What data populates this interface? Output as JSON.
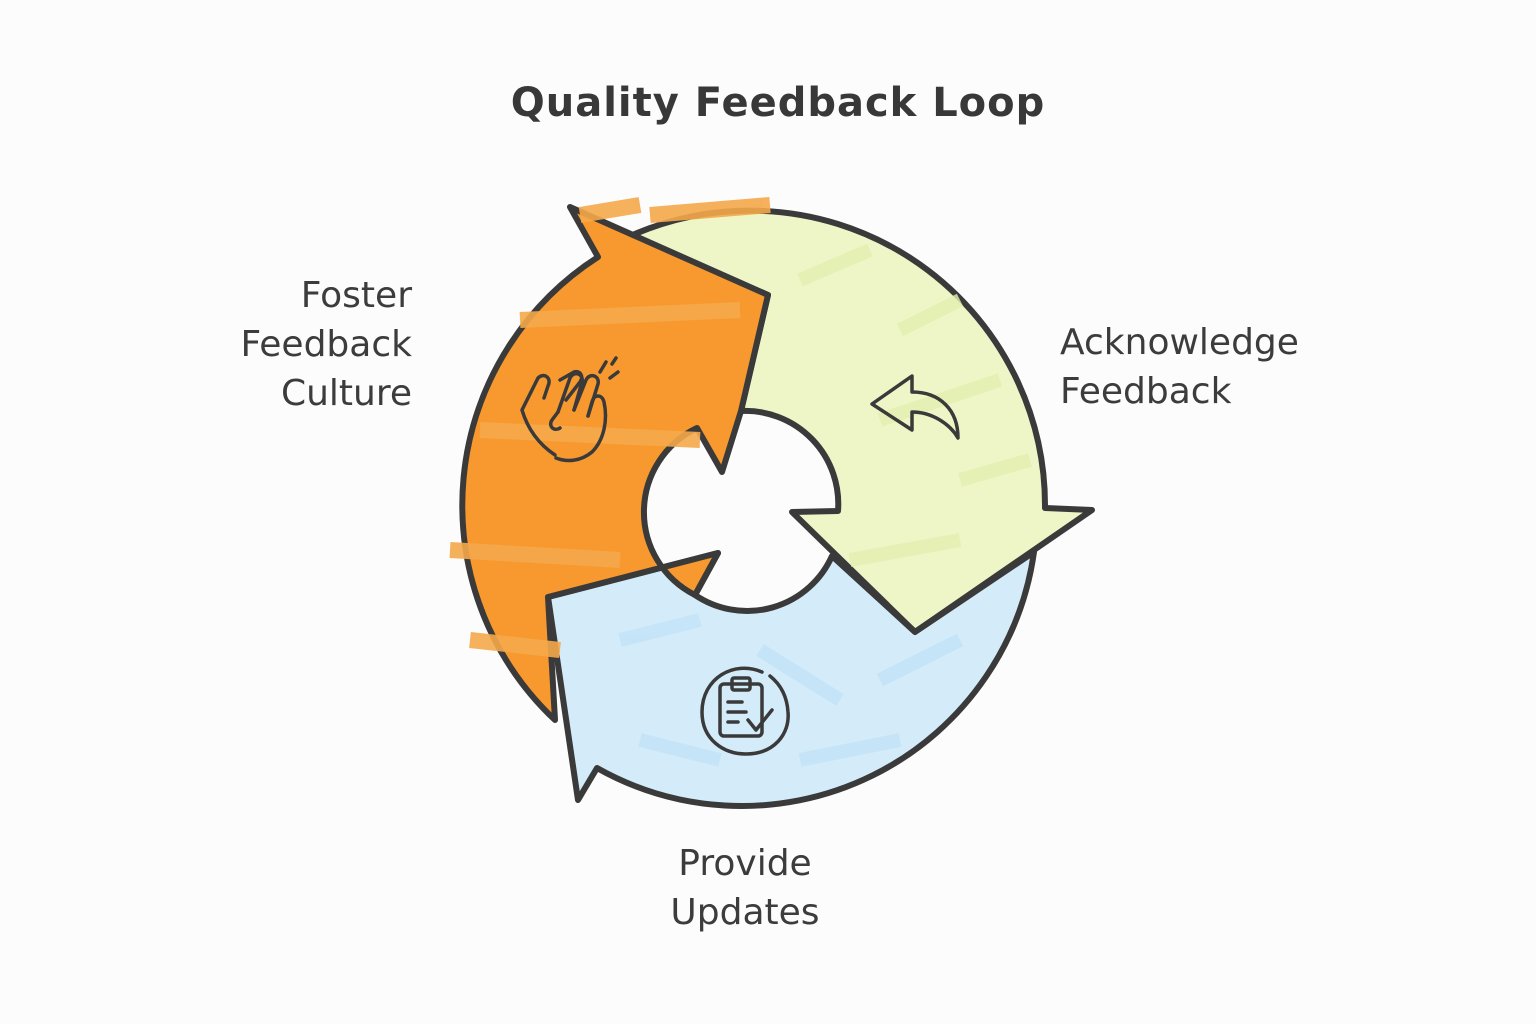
{
  "diagram": {
    "title": "Quality Feedback Loop",
    "steps": [
      {
        "id": "foster",
        "label_lines": [
          "Foster",
          "Feedback",
          "Culture"
        ],
        "color": "#f7992e",
        "icon": "clapping-hands-icon"
      },
      {
        "id": "acknowledge",
        "label_lines": [
          "Acknowledge",
          "Feedback"
        ],
        "color": "#eef6c8",
        "icon": "reply-arrow-icon"
      },
      {
        "id": "provide",
        "label_lines": [
          "Provide",
          "Updates"
        ],
        "color": "#d4ecfa",
        "icon": "clipboard-check-icon"
      }
    ],
    "outline_color": "#3a3a3a"
  }
}
